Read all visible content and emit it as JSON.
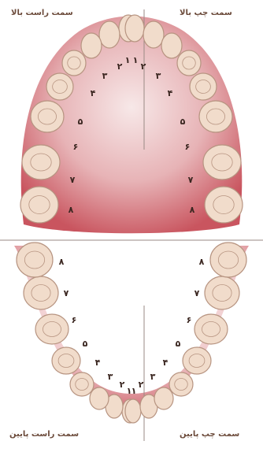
{
  "labels": {
    "upper_right_side": "سمت راست بالا",
    "upper_left_side": "سمت چپ بالا",
    "lower_right_side": "سمت راست پایین",
    "lower_left_side": "سمت چپ پایین"
  },
  "numbers": [
    "۱",
    "۲",
    "۳",
    "۴",
    "۵",
    "۶",
    "۷",
    "۸"
  ],
  "colors": {
    "gum": "#c9555f",
    "gum_light": "#f3dcdc",
    "tooth": "#f1dccb",
    "tooth_edge": "#b79481",
    "number": "#3a2620",
    "divider": "#9a8a84"
  }
}
